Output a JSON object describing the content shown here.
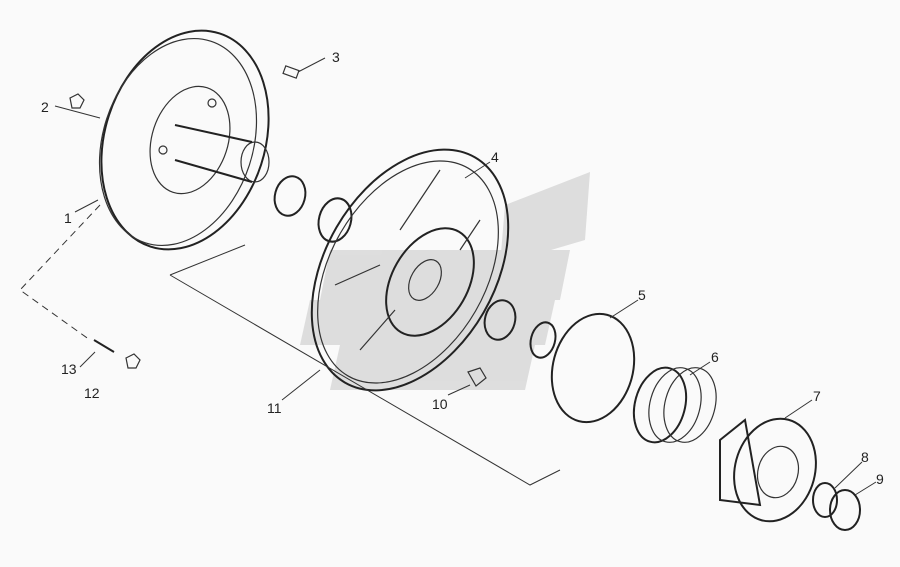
{
  "diagram": {
    "title": "Exploded parts diagram - driven clutch assembly",
    "callouts": [
      "1",
      "2",
      "3",
      "4",
      "5",
      "6",
      "7",
      "8",
      "9",
      "10",
      "11",
      "12",
      "13"
    ],
    "colors": {
      "line": "#222222",
      "watermark": "#d4d4d4",
      "background": "#fafafa"
    }
  }
}
